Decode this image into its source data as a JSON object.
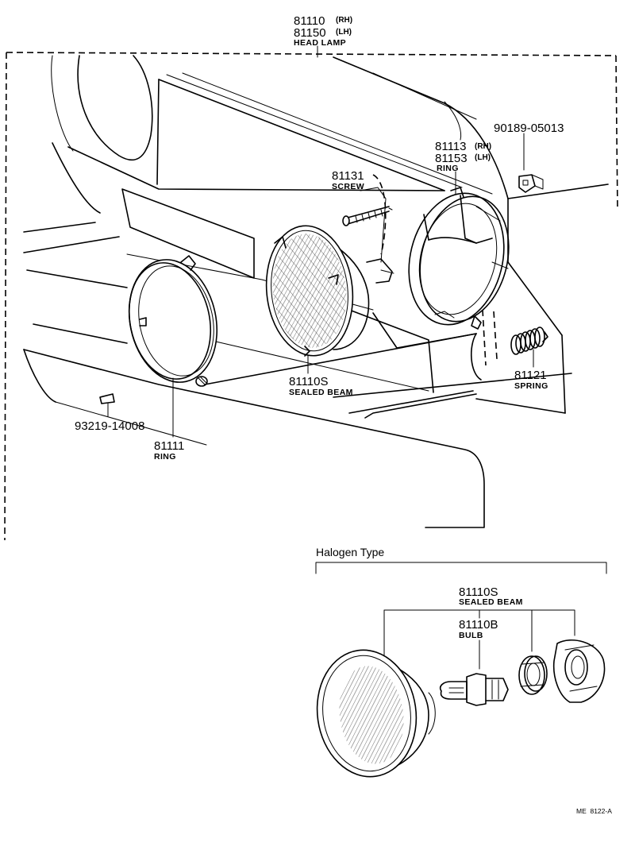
{
  "headlamp_assembly": {
    "part_no_rh": "81110",
    "rh_suffix": "(RH)",
    "part_no_lh": "81150",
    "lh_suffix": "(LH)",
    "name": "HEAD LAMP"
  },
  "parts": {
    "ring_outer": {
      "part_no_rh": "81113",
      "rh_suffix": "(RH)",
      "part_no_lh": "81153",
      "lh_suffix": "(LH)",
      "name": "RING"
    },
    "clip": {
      "part_no": "90189-05013"
    },
    "screw": {
      "part_no": "81131",
      "name": "SCREW"
    },
    "sealed_beam": {
      "part_no": "81110S",
      "name": "SEALED BEAM"
    },
    "spring": {
      "part_no": "81121",
      "name": "SPRING"
    },
    "small_screw": {
      "part_no": "93219-14008"
    },
    "ring_front": {
      "part_no": "81111",
      "name": "RING"
    }
  },
  "halogen": {
    "title": "Halogen Type",
    "sealed_beam": {
      "part_no": "81110S",
      "name": "SEALED BEAM"
    },
    "bulb": {
      "part_no": "81110B",
      "name": "BULB"
    }
  },
  "footer": {
    "code": "ME  8122-A"
  }
}
